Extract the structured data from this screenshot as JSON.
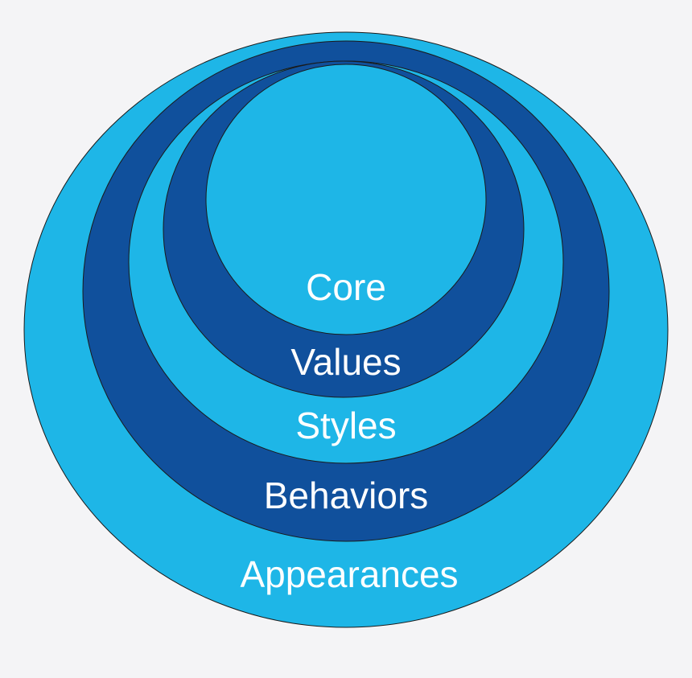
{
  "colors": {
    "light_ring": "#1eb6e7",
    "dark_ring": "#10509c",
    "outline": "#1a1a1a",
    "label": "#ffffff",
    "background": "#f4f4f6"
  },
  "layers": [
    {
      "label": "Appearances"
    },
    {
      "label": "Behaviors"
    },
    {
      "label": "Styles"
    },
    {
      "label": "Values"
    },
    {
      "label": "Core"
    }
  ]
}
